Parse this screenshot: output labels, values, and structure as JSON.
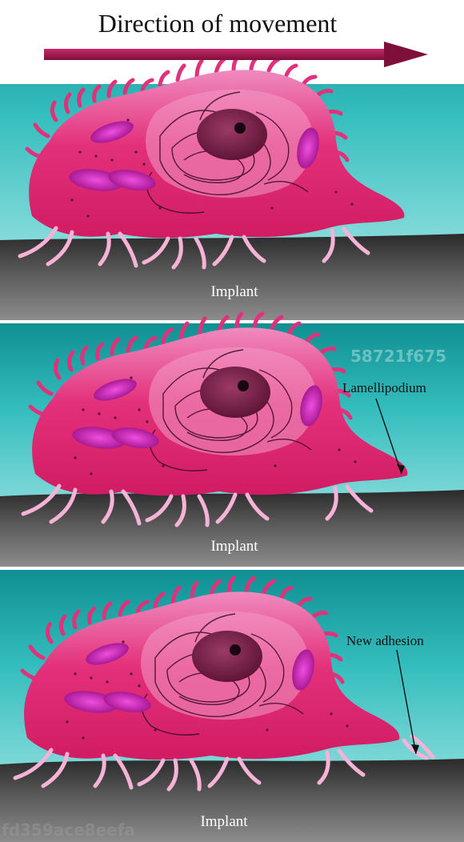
{
  "title": "Direction of movement",
  "panels": [
    {
      "substrate_label": "Implant",
      "annotation": ""
    },
    {
      "substrate_label": "Implant",
      "annotation": "Lamellipodium"
    },
    {
      "substrate_label": "Implant",
      "annotation": "New adhesion"
    }
  ],
  "watermarks": [
    "58721f675",
    "fd359ace8eefa"
  ],
  "colors": {
    "medium": "#34bdbd",
    "cell": "#e3307a",
    "cell_light": "#f29bc6",
    "nucleus": "#6e1a3f",
    "organelle": "#c414a8",
    "implant": "#4a4a4a",
    "arrow": "#a7184f"
  }
}
